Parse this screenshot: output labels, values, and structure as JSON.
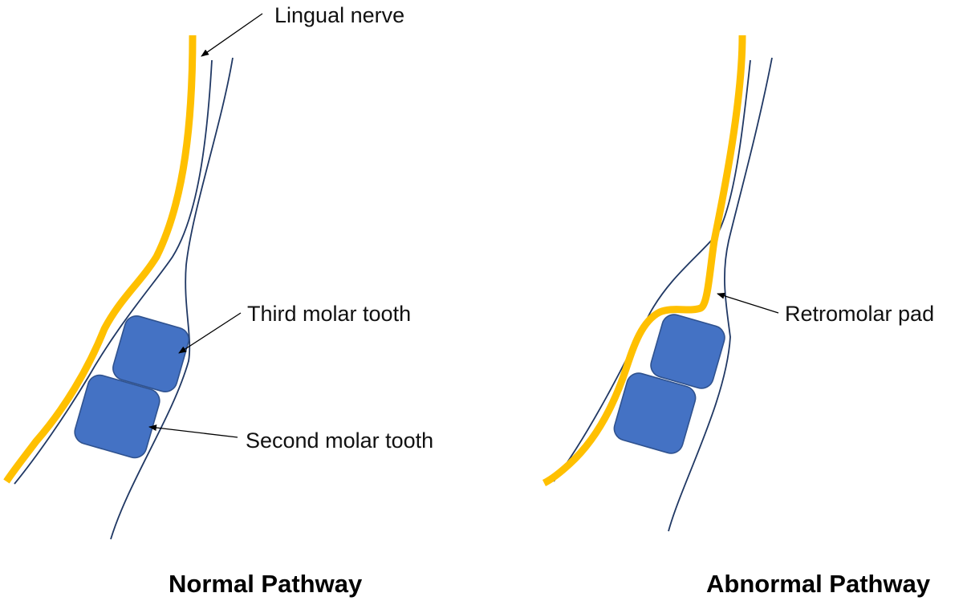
{
  "labels": {
    "lingual_nerve": "Lingual nerve",
    "third_molar": "Third molar tooth",
    "second_molar": "Second molar tooth",
    "retromolar_pad": "Retromolar pad"
  },
  "captions": {
    "normal": "Normal Pathway",
    "abnormal": "Abnormal Pathway"
  },
  "colors": {
    "nerve": "#ffc000",
    "outline": "#203864",
    "tooth": "#4472c4",
    "tooth_border": "#2f528f",
    "text": "#000000"
  }
}
